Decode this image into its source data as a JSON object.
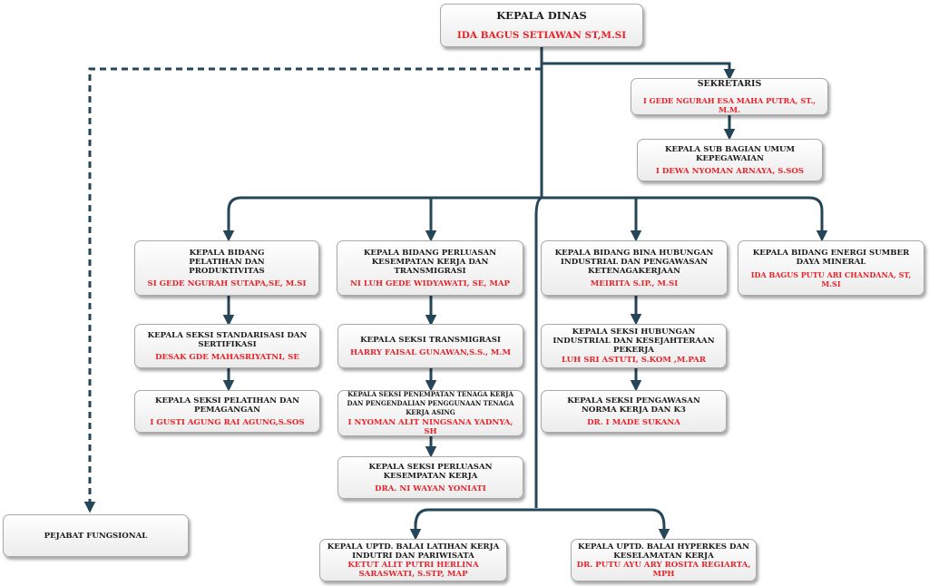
{
  "colors": {
    "connector": "#254559",
    "title_text": "#1c1c1c",
    "name_text": "#e8232a"
  },
  "nodes": {
    "kepala_dinas": {
      "title": "KEPALA DINAS",
      "name": "IDA BAGUS SETIAWAN ST,M.SI"
    },
    "sekretaris": {
      "title": "SEKRETARIS",
      "name": "I GEDE NGURAH ESA MAHA PUTRA, ST., M.M."
    },
    "subbag_umum": {
      "title": "KEPALA SUB BAGIAN UMUM KEPEGAWAIAN",
      "name": "I DEWA NYOMAN ARNAYA, S.SOS"
    },
    "bid_pelatihan": {
      "title": "KEPALA BIDANG PELATIHAN DAN PRODUKTIVITAS",
      "name": "SI GEDE NGURAH SUTAPA,SE, M.SI"
    },
    "seksi_standarisasi": {
      "title": "KEPALA SEKSI STANDARISASI DAN SERTIFIKASI",
      "name": "DESAK GDE MAHASRIYATNI, SE"
    },
    "seksi_pelatihan": {
      "title": "KEPALA SEKSI PELATIHAN DAN PEMAGANGAN",
      "name": "I GUSTI AGUNG RAI AGUNG,S.SOS"
    },
    "bid_perluasan": {
      "title": "KEPALA BIDANG PERLUASAN KESEMPATAN KERJA DAN TRANSMIGRASI",
      "name": "NI LUH GEDE WIDYAWATI, SE, MAP"
    },
    "seksi_transmigrasi": {
      "title": "KEPALA SEKSI TRANSMIGRASI",
      "name": "HARRY FAISAL GUNAWAN,S.S., M.M"
    },
    "seksi_penempatan": {
      "title": "KEPALA SEKSI PENEMPATAN TENAGA KERJA DAN PENGENDALIAN PENGGUNAAN TENAGA KERJA ASING",
      "name": "I NYOMAN ALIT NINGSANA YADNYA, SH"
    },
    "seksi_perluasan": {
      "title": "KEPALA SEKSI PERLUASAN KESEMPATAN KERJA",
      "name": "DRA. NI WAYAN YONIATI"
    },
    "bid_hubungan": {
      "title": "KEPALA BIDANG BINA HUBUNGAN INDUSTRIAL DAN PENGAWASAN KETENAGAKERJAAN",
      "name": "MEIRITA S.IP., M.SI"
    },
    "seksi_hubungan": {
      "title": "KEPALA SEKSI HUBUNGAN INDUSTRIAL DAN KESEJAHTERAAN PEKERJA",
      "name": "LUH SRI ASTUTI, S.KOM ,M.PAR"
    },
    "seksi_pengawasan": {
      "title": "KEPALA SEKSI PENGAWASAN NORMA KERJA DAN K3",
      "name": "DR. I MADE SUKANA"
    },
    "bid_energi": {
      "title": "KEPALA BIDANG ENERGI SUMBER DAYA MINERAL",
      "name": "IDA BAGUS PUTU ARI CHANDANA, ST, M.SI"
    },
    "uptd_latihan": {
      "title": "KEPALA UPTD. BALAI LATIHAN KERJA INDUTRI DAN PARIWISATA",
      "name": "KETUT ALIT PUTRI HERLINA SARASWATI, S.STP, MAP"
    },
    "uptd_hyperkes": {
      "title": "KEPALA UPTD. BALAI HYPERKES DAN KESELAMATAN KERJA",
      "name": "DR. PUTU AYU ARY ROSITA REGIARTA, MPH"
    },
    "pejabat": {
      "title": "PEJABAT FUNGSIONAL"
    }
  }
}
